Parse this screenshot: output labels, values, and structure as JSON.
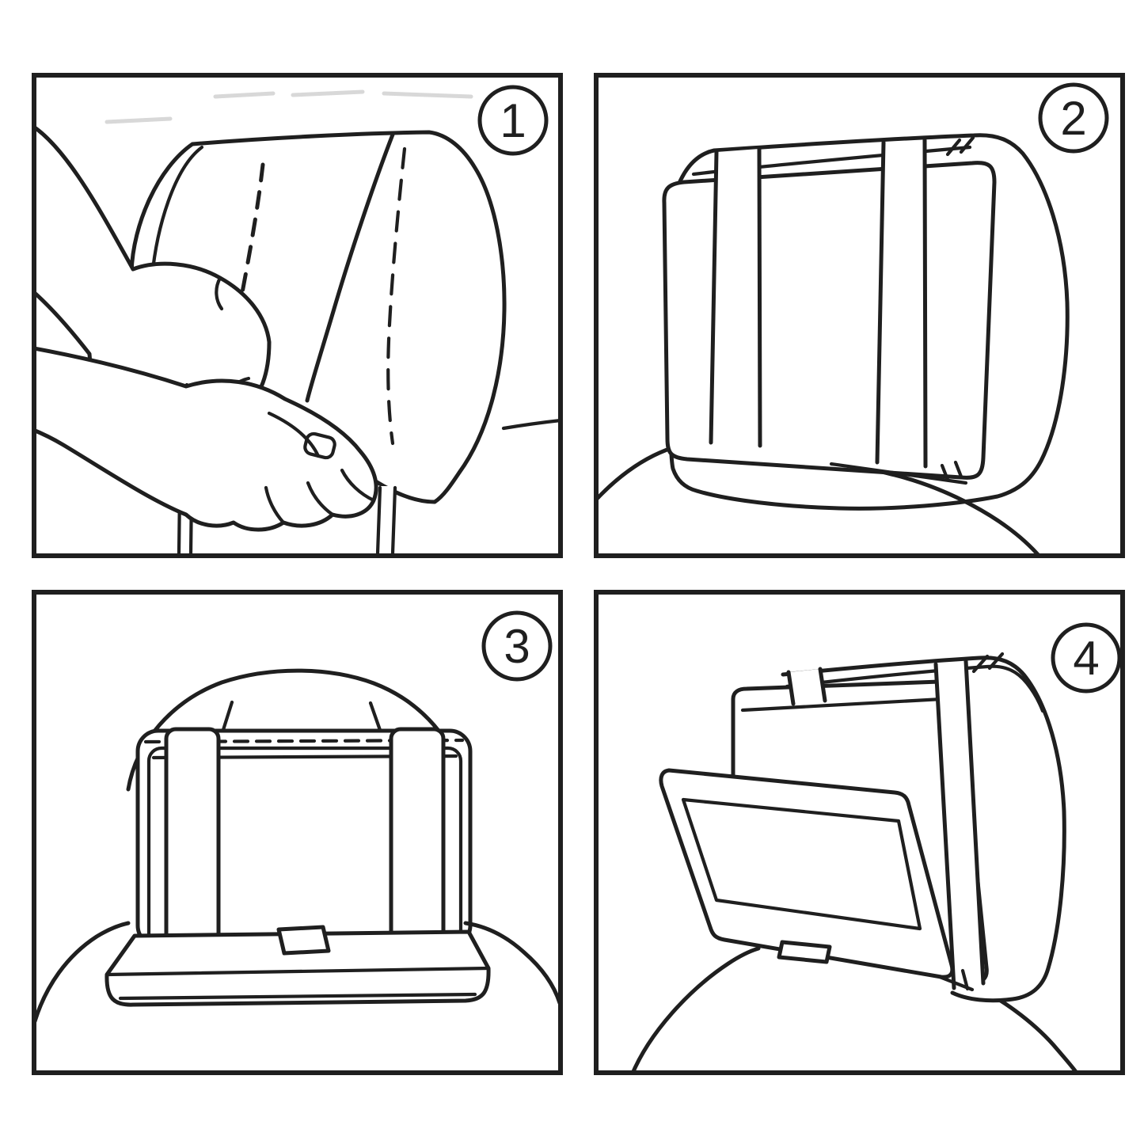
{
  "sheet": {
    "type": "installation-instruction-diagram",
    "subject": "car-headrest-mount-holder",
    "background_color": "#ffffff",
    "line_color": "#1f1f1f",
    "grid": "2x2-numbered-steps"
  },
  "panels": [
    {
      "number": "1",
      "name": "step-1-remove-headrest",
      "illustration": "two-hands-lifting-headrest-off-seat-posts",
      "icons": [
        "headrest",
        "hand-left",
        "hand-right",
        "headrest-posts",
        "seat-top-line",
        "down-arrow-icon"
      ]
    },
    {
      "number": "2",
      "name": "step-2-strap-holder-to-headrest",
      "illustration": "mount-plate-strapped-to-headrest-rear-three-quarter-view",
      "icons": [
        "headrest",
        "mount-plate",
        "left-strap",
        "right-strap",
        "seat-back-shoulder"
      ]
    },
    {
      "number": "3",
      "name": "step-3-holder-front-view-tray-open",
      "illustration": "holder-front-view-with-tray-folded-down-and-latch-tab",
      "icons": [
        "headrest-top",
        "mount-frame",
        "screen-bezel",
        "left-strap",
        "right-strap",
        "tray",
        "latch-tab",
        "seat-back-shoulder"
      ]
    },
    {
      "number": "4",
      "name": "step-4-screen-folded-down",
      "illustration": "dvd-screen-tilted-down-from-holder-three-quarter-view",
      "icons": [
        "headrest",
        "mount-frame",
        "strap",
        "screen",
        "screen-bezel",
        "latch-tab",
        "seat-back-shoulder"
      ]
    }
  ]
}
